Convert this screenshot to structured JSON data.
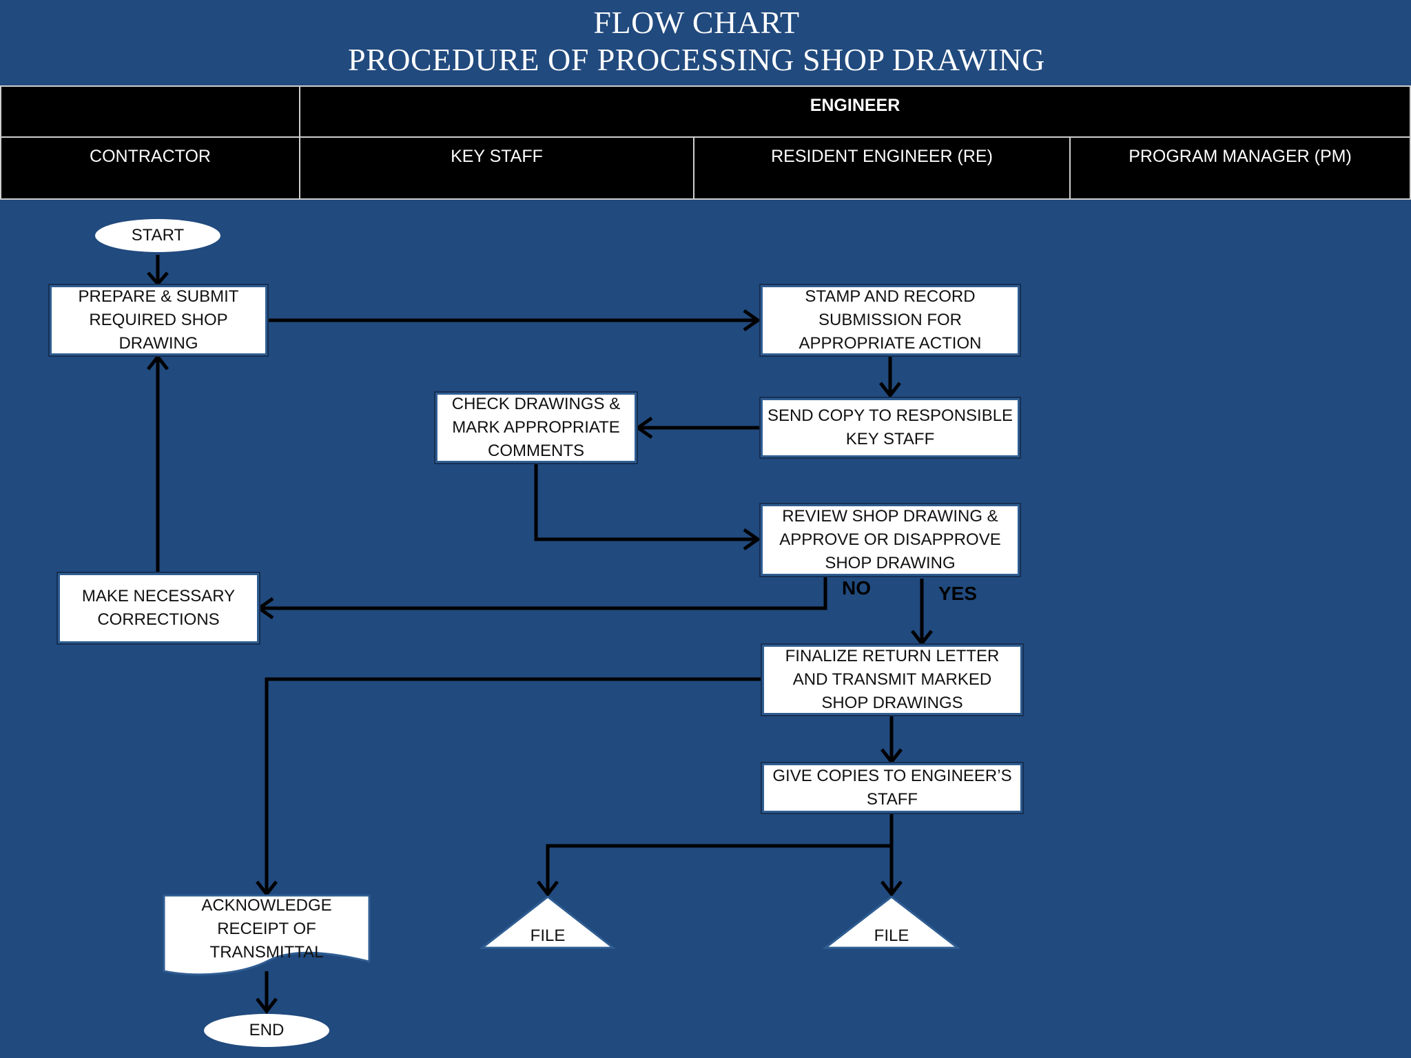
{
  "title": {
    "line1": "FLOW CHART",
    "line2": "PROCEDURE OF PROCESSING SHOP DRAWING"
  },
  "header": {
    "group": "ENGINEER",
    "lanes": [
      "CONTRACTOR",
      "KEY STAFF",
      "RESIDENT ENGINEER (RE)",
      "PROGRAM MANAGER (PM)"
    ]
  },
  "nodes": {
    "start": "START",
    "prepare": "PREPARE & SUBMIT\nREQUIRED SHOP\nDRAWING",
    "stamp": "STAMP AND RECORD\nSUBMISSION FOR\nAPPROPRIATE ACTION",
    "send_copy": "SEND COPY TO RESPONSIBLE\nKEY STAFF",
    "check": "CHECK DRAWINGS &\nMARK APPROPRIATE\nCOMMENTS",
    "review": "REVIEW SHOP DRAWING &\nAPPROVE OR DISAPPROVE\nSHOP DRAWING",
    "corrections": "MAKE NECESSARY\nCORRECTIONS",
    "finalize": "FINALIZE RETURN LETTER\nAND TRANSMIT MARKED\nSHOP DRAWINGS",
    "give_copies": "GIVE COPIES TO ENGINEER’S\nSTAFF",
    "acknowledge": "ACKNOWLEDGE\nRECEIPT OF\nTRANSMITTAL",
    "file_left": "FILE",
    "file_right": "FILE",
    "end": "END"
  },
  "branches": {
    "no": "NO",
    "yes": "YES"
  },
  "colors": {
    "background": "#214a7e",
    "header_fill": "#000000",
    "box_fill": "#ffffff",
    "arrow": "#000000"
  }
}
